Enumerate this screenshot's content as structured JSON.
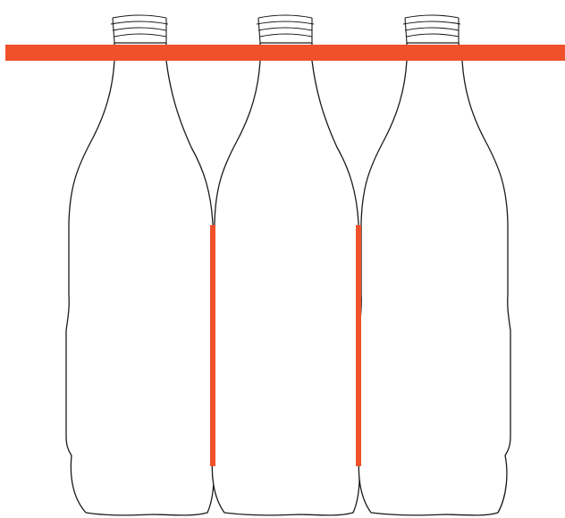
{
  "diagram": {
    "bottles": [
      {
        "id": "bottle-1"
      },
      {
        "id": "bottle-2"
      },
      {
        "id": "bottle-3"
      }
    ],
    "colors": {
      "outline": "#1a1a1a",
      "band": "#f0502a",
      "joint": "#f0502a",
      "background": "#ffffff"
    }
  }
}
